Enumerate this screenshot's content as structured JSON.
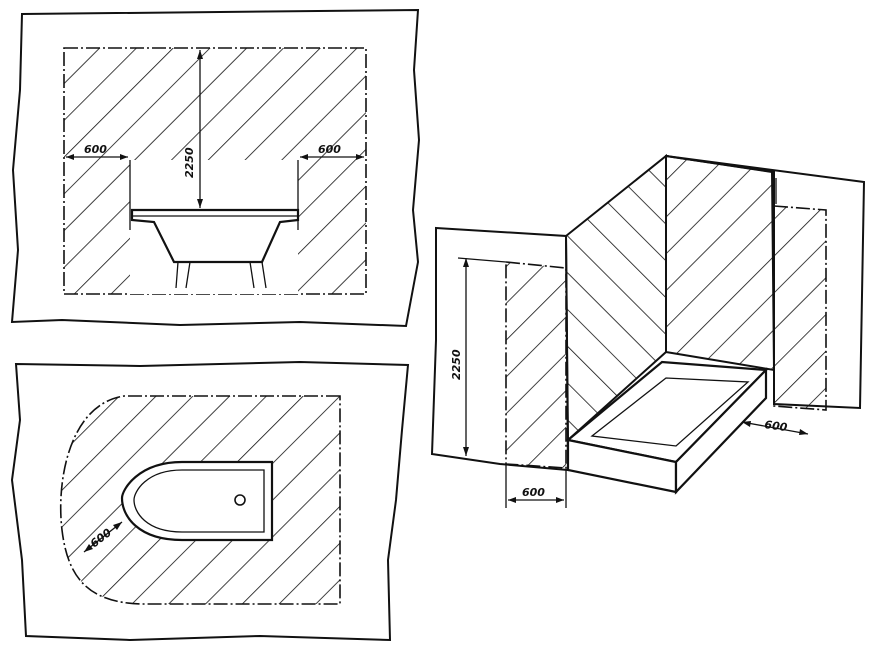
{
  "panels": {
    "front_view": {
      "side_left": "600",
      "side_right": "600",
      "height": "2250"
    },
    "plan_view": {
      "clearance": "600"
    },
    "isometric_view": {
      "height": "2250",
      "front_clearance": "600",
      "side_clearance": "600"
    }
  },
  "colors": {
    "line": "#111111",
    "paper": "#ffffff"
  }
}
